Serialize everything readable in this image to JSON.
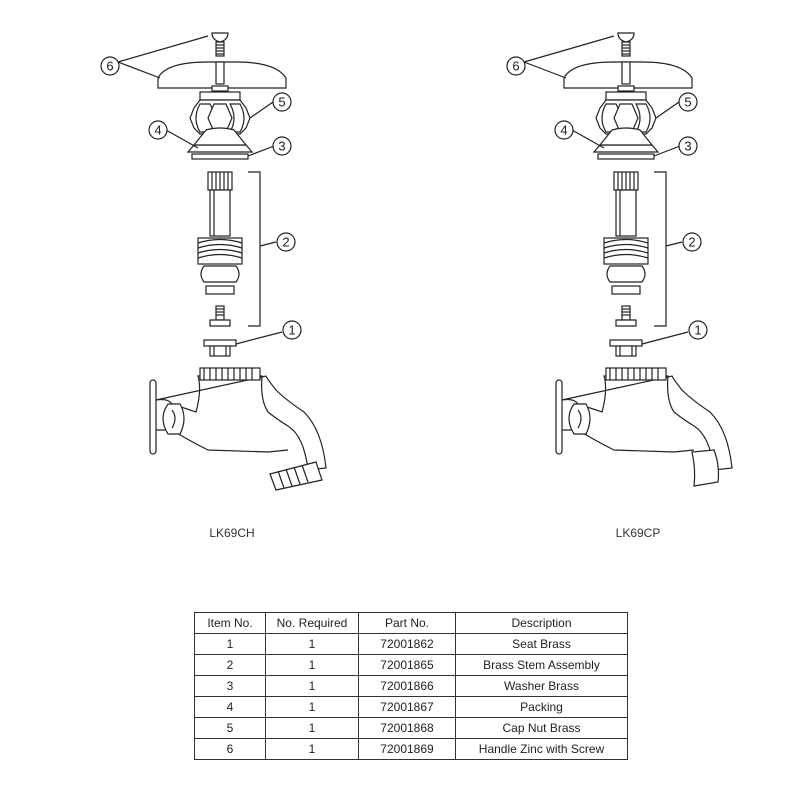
{
  "assemblies": [
    {
      "model": "LK69CH",
      "spout": "threaded-hose"
    },
    {
      "model": "LK69CP",
      "spout": "plain"
    }
  ],
  "callouts": [
    "1",
    "2",
    "3",
    "4",
    "5",
    "6"
  ],
  "table": {
    "headers": [
      "Item No.",
      "No. Required",
      "Part No.",
      "Description"
    ],
    "rows": [
      [
        "1",
        "1",
        "72001862",
        "Seat Brass"
      ],
      [
        "2",
        "1",
        "72001865",
        "Brass Stem Assembly"
      ],
      [
        "3",
        "1",
        "72001866",
        "Washer Brass"
      ],
      [
        "4",
        "1",
        "72001867",
        "Packing"
      ],
      [
        "5",
        "1",
        "72001868",
        "Cap Nut Brass"
      ],
      [
        "6",
        "1",
        "72001869",
        "Handle Zinc with Screw"
      ]
    ]
  }
}
